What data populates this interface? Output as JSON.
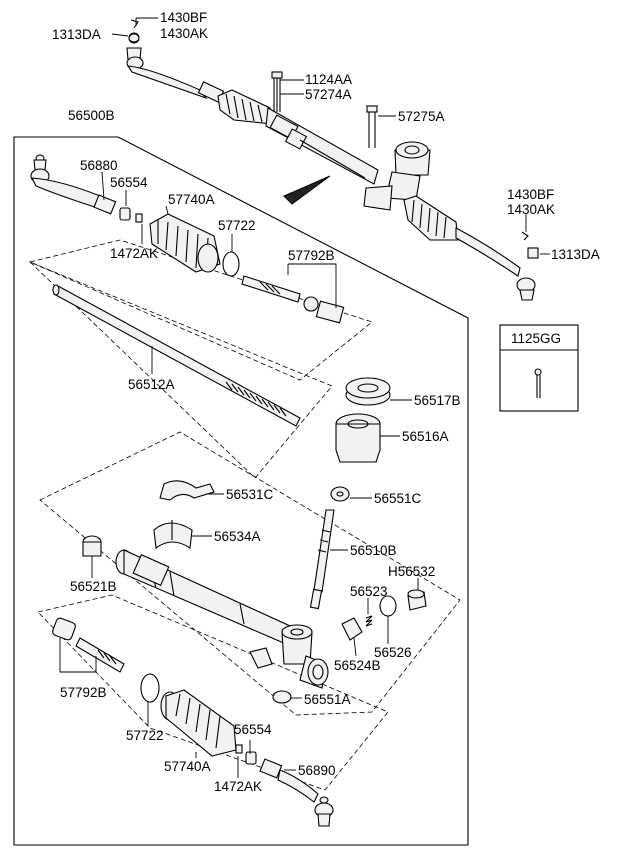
{
  "labels": {
    "l_1430BF_top": "1430BF",
    "l_1430AK_top": "1430AK",
    "l_1313DA_top": "1313DA",
    "l_1124AA": "1124AA",
    "l_57274A": "57274A",
    "l_57275A": "57275A",
    "l_56500B": "56500B",
    "l_56880": "56880",
    "l_56554_top": "56554",
    "l_57740A_top": "57740A",
    "l_1472AK_top": "1472AK",
    "l_57722_top": "57722",
    "l_57792B_top": "57792B",
    "l_1430BF_right": "1430BF",
    "l_1430AK_right": "1430AK",
    "l_1313DA_right": "1313DA",
    "l_1125GG": "1125GG",
    "l_56512A": "56512A",
    "l_56517B": "56517B",
    "l_56516A": "56516A",
    "l_56531C": "56531C",
    "l_56551C": "56551C",
    "l_56534A": "56534A",
    "l_56510B": "56510B",
    "l_56521B": "56521B",
    "l_H56532": "H56532",
    "l_56523": "56523",
    "l_56526": "56526",
    "l_56524B": "56524B",
    "l_56551A": "56551A",
    "l_57792B_bottom": "57792B",
    "l_57722_bottom": "57722",
    "l_57740A_bottom": "57740A",
    "l_56554_bottom": "56554",
    "l_1472AK_bottom": "1472AK",
    "l_56890": "56890"
  }
}
